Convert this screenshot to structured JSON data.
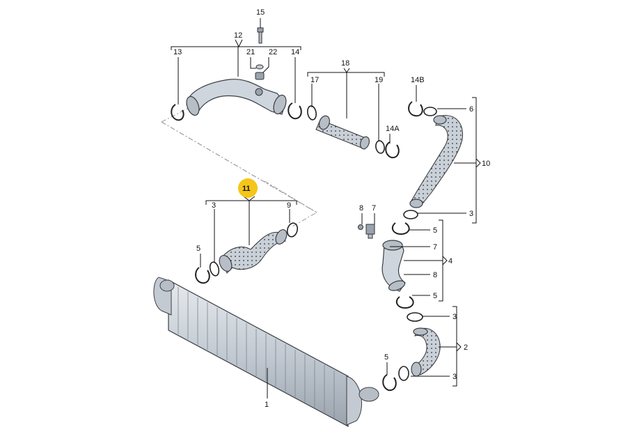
{
  "highlight_color": "#f5c518",
  "callouts": {
    "c15": "15",
    "c12": "12",
    "c13": "13",
    "c21": "21",
    "c22": "22",
    "c14": "14",
    "c18": "18",
    "c17": "17",
    "c19": "19",
    "c14b": "14B",
    "c14a": "14A",
    "c6": "6",
    "c10": "10",
    "c3a": "3",
    "c11": "11",
    "c3b": "3",
    "c9": "9",
    "c8": "8",
    "c7a": "7",
    "c5a": "5",
    "c7b": "7",
    "c4": "4",
    "c8b": "8",
    "c5b": "5",
    "c5c": "5",
    "c3c": "3",
    "c2": "2",
    "c5d": "5",
    "c3d": "3",
    "c1": "1"
  }
}
